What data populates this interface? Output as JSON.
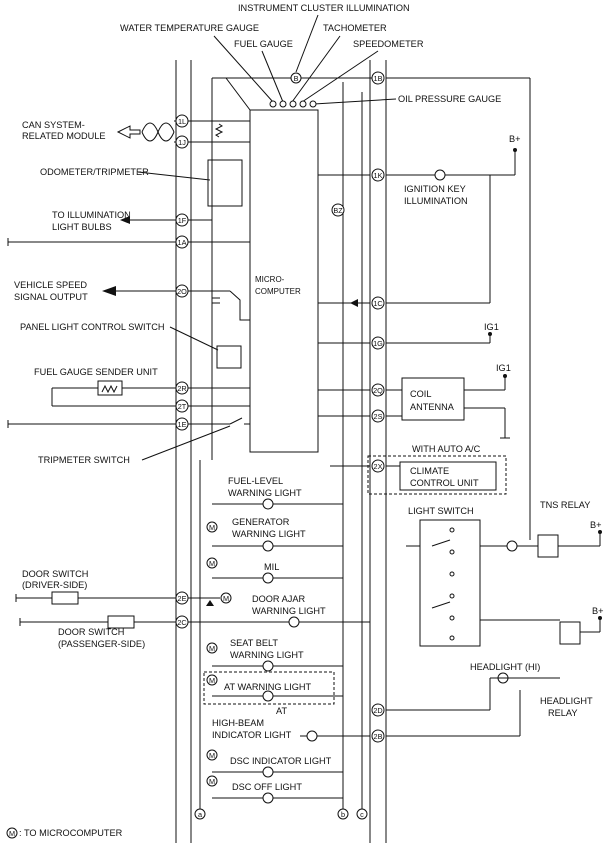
{
  "diagram": {
    "top_labels": {
      "instrument_cluster_illumination": "INSTRUMENT CLUSTER ILLUMINATION",
      "water_temperature_gauge": "WATER TEMPERATURE GAUGE",
      "tachometer": "TACHOMETER",
      "fuel_gauge": "FUEL GAUGE",
      "speedometer": "SPEEDOMETER",
      "oil_pressure_gauge": "OIL PRESSURE GAUGE"
    },
    "left_labels": {
      "can_line1": "CAN SYSTEM-",
      "can_line2": "RELATED MODULE",
      "odometer": "ODOMETER/TRIPMETER",
      "illum_line1": "TO ILLUMINATION",
      "illum_line2": "LIGHT BULBS",
      "vss_line1": "VEHICLE SPEED",
      "vss_line2": "SIGNAL OUTPUT",
      "panel_light": "PANEL LIGHT CONTROL SWITCH",
      "fuel_sender": "FUEL GAUGE SENDER UNIT",
      "tripmeter_switch": "TRIPMETER SWITCH",
      "door_drv_line1": "DOOR SWITCH",
      "door_drv_line2": "(DRIVER-SIDE)",
      "door_pass_line1": "DOOR SWITCH",
      "door_pass_line2": "(PASSENGER-SIDE)"
    },
    "micro_line1": "MICRO-",
    "micro_line2": "COMPUTER",
    "right_labels": {
      "b_plus": "B+",
      "ig1": "IG1",
      "ign_key_line1": "IGNITION KEY",
      "ign_key_line2": "ILLUMINATION",
      "coil_line1": "COIL",
      "coil_line2": "ANTENNA",
      "with_auto_ac": "WITH AUTO A/C",
      "climate_line1": "CLIMATE",
      "climate_line2": "CONTROL UNIT",
      "tns_relay": "TNS RELAY",
      "light_switch": "LIGHT SWITCH",
      "headlight_hi": "HEADLIGHT (HI)",
      "headlight_relay_line1": "HEADLIGHT",
      "headlight_relay_line2": "RELAY"
    },
    "warning_lights": {
      "fuel_level_line1": "FUEL-LEVEL",
      "fuel_level_line2": "WARNING LIGHT",
      "generator_line1": "GENERATOR",
      "generator_line2": "WARNING LIGHT",
      "mil": "MIL",
      "door_ajar_line1": "DOOR AJAR",
      "door_ajar_line2": "WARNING LIGHT",
      "seat_belt_line1": "SEAT BELT",
      "seat_belt_line2": "WARNING LIGHT",
      "at_warning": "AT WARNING LIGHT",
      "at_note": "AT",
      "high_beam_line1": "HIGH-BEAM",
      "high_beam_line2": "INDICATOR LIGHT",
      "dsc_indicator": "DSC INDICATOR LIGHT",
      "dsc_off": "DSC OFF LIGHT"
    },
    "terminals": {
      "t1L": "1L",
      "t1J": "1J",
      "t1F": "1F",
      "t1A": "1A",
      "t2O": "2O",
      "t2R": "2R",
      "t2T": "2T",
      "t1E": "1E",
      "t2E": "2E",
      "t2C": "2C",
      "t1B": "1B",
      "t1K": "1K",
      "t1C": "1C",
      "t1G": "1G",
      "t2Q": "2Q",
      "t2S": "2S",
      "t2X": "2X",
      "t2D": "2D",
      "t2B": "2B",
      "tBZ": "BZ"
    },
    "bus_labels": {
      "a": "a",
      "b": "b",
      "c": "c"
    },
    "symbols": {
      "m": "M",
      "b": "B"
    },
    "footnote_symbol": "M",
    "footnote_text": ": TO MICROCOMPUTER"
  }
}
